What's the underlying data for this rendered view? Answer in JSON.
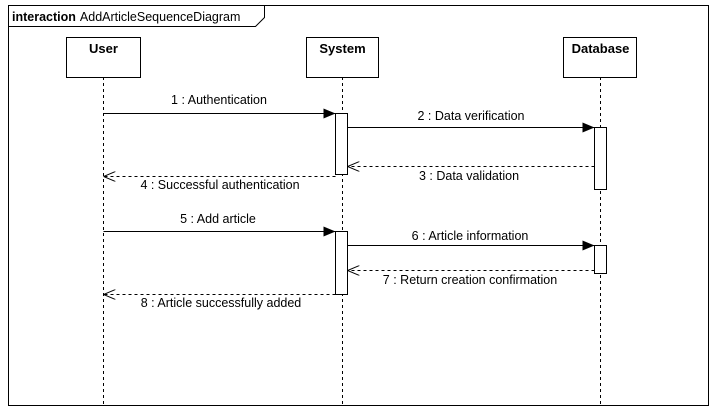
{
  "frame": {
    "keyword": "interaction",
    "name": "AddArticleSequenceDiagram"
  },
  "lifelines": [
    {
      "id": "user",
      "label": "User"
    },
    {
      "id": "system",
      "label": "System"
    },
    {
      "id": "database",
      "label": "Database"
    }
  ],
  "messages": [
    {
      "label": "1 : Authentication",
      "from": "user",
      "to": "system",
      "kind": "sync"
    },
    {
      "label": "2 : Data verification",
      "from": "system",
      "to": "database",
      "kind": "sync"
    },
    {
      "label": "3 : Data validation",
      "from": "database",
      "to": "system",
      "kind": "reply"
    },
    {
      "label": "4 : Successful authentication",
      "from": "system",
      "to": "user",
      "kind": "reply"
    },
    {
      "label": "5 : Add article",
      "from": "user",
      "to": "system",
      "kind": "sync"
    },
    {
      "label": "6 : Article information",
      "from": "system",
      "to": "database",
      "kind": "sync"
    },
    {
      "label": "7 : Return creation confirmation",
      "from": "database",
      "to": "system",
      "kind": "reply"
    },
    {
      "label": "8 : Article successfully added",
      "from": "system",
      "to": "user",
      "kind": "reply"
    }
  ]
}
